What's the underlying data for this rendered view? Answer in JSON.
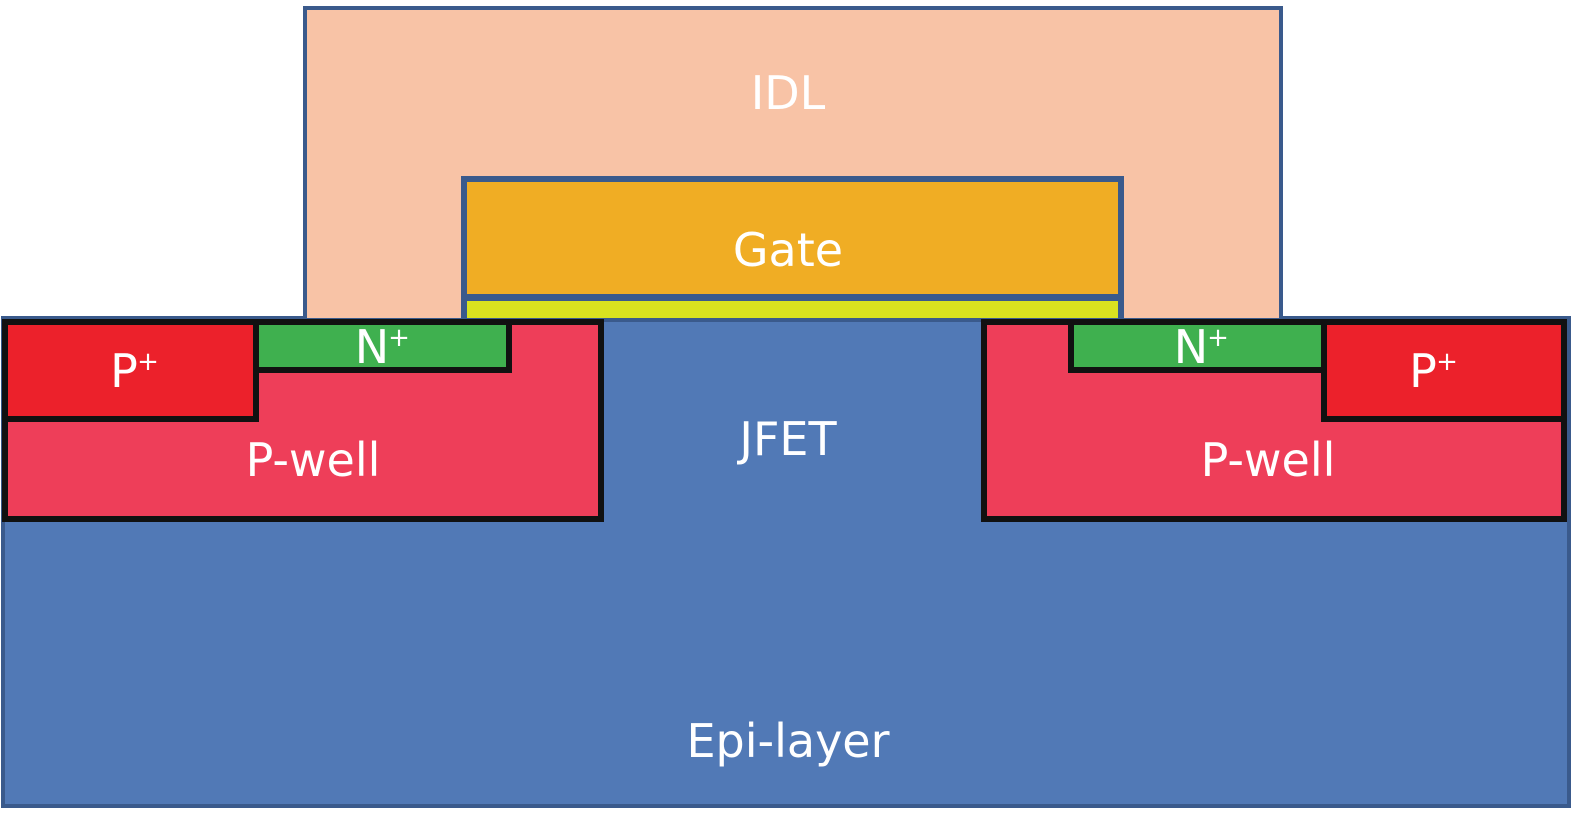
{
  "labels": {
    "idl": "IDL",
    "gate": "Gate",
    "jfet": "JFET",
    "epi": "Epi-layer",
    "pwell_left": "P-well",
    "pwell_right": "P-well",
    "pplus_left": "P",
    "pplus_right": "P",
    "nplus_left": "N",
    "nplus_right": "N",
    "plus_sign": "+"
  },
  "colors": {
    "idl": "#f8c3a6",
    "gate": "#f0ad24",
    "gate_oxide": "#d9e21f",
    "epi": "#5179b6",
    "pwell": "#ee3e59",
    "pplus": "#ec212b",
    "nplus": "#3fb04f",
    "outline_blue": "#3a5a8c",
    "outline_black": "#111111"
  }
}
